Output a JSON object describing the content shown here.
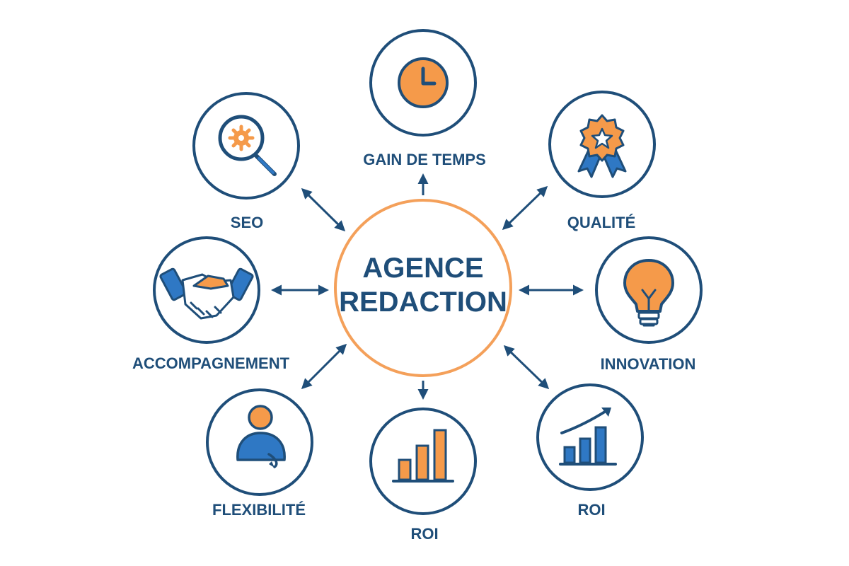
{
  "center": {
    "line1": "AGENCE",
    "line2": "REDACTION"
  },
  "nodes": [
    {
      "id": "gain-de-temps",
      "label": "GAIN DE TEMPS",
      "icon": "clock-icon"
    },
    {
      "id": "seo",
      "label": "SEO",
      "icon": "magnifier-gear-icon"
    },
    {
      "id": "qualite",
      "label": "QUALITÉ",
      "icon": "award-ribbon-icon"
    },
    {
      "id": "accompagnement",
      "label": "ACCOMPAGNEMENT",
      "icon": "handshake-icon"
    },
    {
      "id": "innovation",
      "label": "INNOVATION",
      "icon": "lightbulb-icon"
    },
    {
      "id": "flexibilite",
      "label": "FLEXIBILITÉ",
      "icon": "person-icon"
    },
    {
      "id": "roi-center",
      "label": "ROI",
      "icon": "bar-chart-icon"
    },
    {
      "id": "roi-right",
      "label": "ROI",
      "icon": "growth-chart-icon"
    }
  ],
  "colors": {
    "navy": "#1f4e79",
    "orange": "#f59a4a",
    "blue": "#2f78c4",
    "ring": "#f4a05a"
  }
}
